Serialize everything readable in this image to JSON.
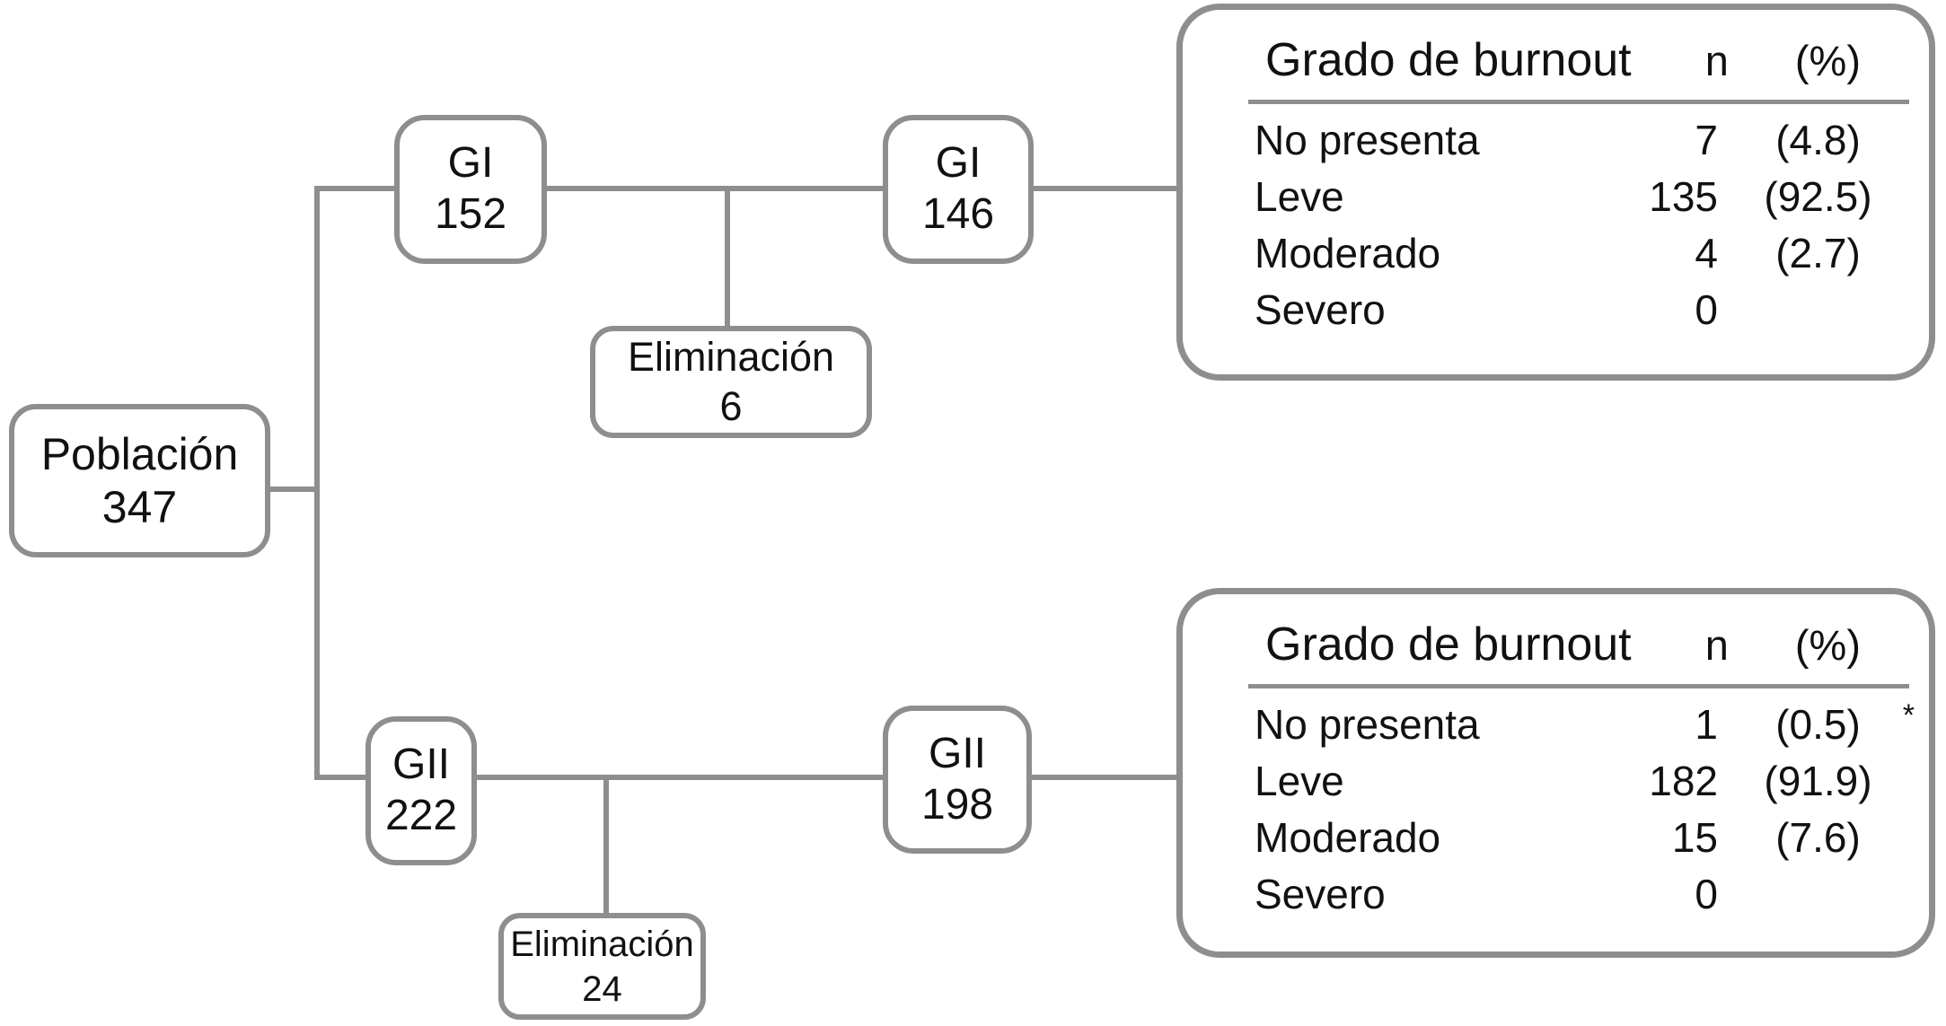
{
  "colors": {
    "line": "#8e8e8e",
    "text": "#111111",
    "background": "#ffffff"
  },
  "diagram": {
    "root": {
      "line1": "Población",
      "line2": "347"
    },
    "top_branch": {
      "group": {
        "line1": "GI",
        "line2": "152"
      },
      "elimination": {
        "line1": "Eliminación",
        "line2": "6"
      },
      "final": {
        "line1": "GI",
        "line2": "146"
      }
    },
    "bottom_branch": {
      "group": {
        "line1": "GII",
        "line2": "222"
      },
      "elimination": {
        "line1": "Eliminación",
        "line2": "24"
      },
      "final": {
        "line1": "GII",
        "line2": "198"
      }
    }
  },
  "tables": [
    {
      "header": {
        "col1": "Grado de burnout",
        "col2": "n",
        "col3": "(%)"
      },
      "rows": [
        {
          "label": "No presenta",
          "n": "7",
          "pct": "(4.8)",
          "note": ""
        },
        {
          "label": "Leve",
          "n": "135",
          "pct": "(92.5)",
          "note": ""
        },
        {
          "label": "Moderado",
          "n": "4",
          "pct": "(2.7)",
          "note": ""
        },
        {
          "label": "Severo",
          "n": "0",
          "pct": "",
          "note": ""
        }
      ]
    },
    {
      "header": {
        "col1": "Grado de burnout",
        "col2": "n",
        "col3": "(%)"
      },
      "rows": [
        {
          "label": "No presenta",
          "n": "1",
          "pct": "(0.5)",
          "note": "*"
        },
        {
          "label": "Leve",
          "n": "182",
          "pct": "(91.9)",
          "note": ""
        },
        {
          "label": "Moderado",
          "n": "15",
          "pct": "(7.6)",
          "note": ""
        },
        {
          "label": "Severo",
          "n": "0",
          "pct": "",
          "note": ""
        }
      ]
    }
  ]
}
